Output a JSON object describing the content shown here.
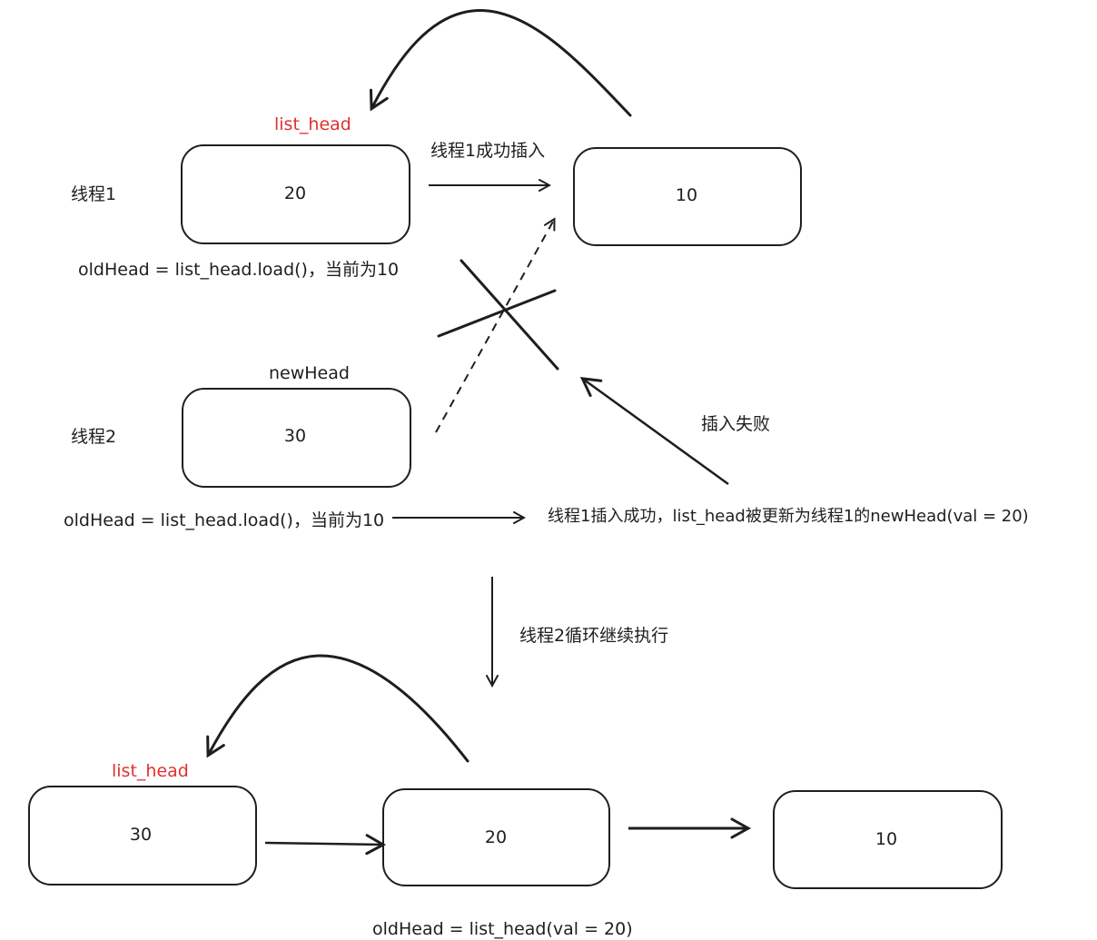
{
  "colors": {
    "stroke": "#1e1e1e",
    "highlight": "#e03131",
    "background": "#ffffff"
  },
  "top": {
    "thread1_label": "线程1",
    "thread2_label": "线程2",
    "list_head_label": "list_head",
    "new_head_label": "newHead",
    "node_thread1_value": "20",
    "node_target_value": "10",
    "node_thread2_value": "30",
    "insert_success_label": "线程1成功插入",
    "insert_fail_label": "插入失败",
    "thread1_old_head": "oldHead = list_head.load()，当前为10",
    "thread2_old_head": "oldHead = list_head.load()，当前为10",
    "result_note": "线程1插入成功，list_head被更新为线程1的newHead(val = 20)"
  },
  "middle": {
    "loop_label": "线程2循环继续执行"
  },
  "bottom": {
    "list_head_label": "list_head",
    "node1_value": "30",
    "node2_value": "20",
    "node3_value": "10",
    "old_head_note": "oldHead = list_head(val = 20)"
  }
}
